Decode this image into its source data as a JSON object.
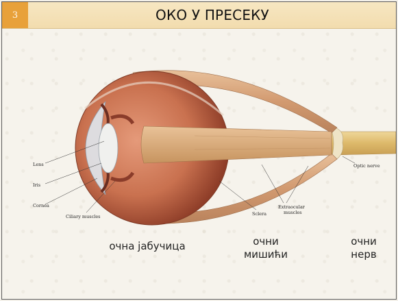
{
  "slide": {
    "number": "3",
    "title": "ОКО У ПРЕСЕКУ"
  },
  "diagram": {
    "labels": {
      "lens": "Lens",
      "iris": "Iris",
      "cornea": "Cornea",
      "ciliary_muscles": "Ciliary muscles",
      "sclera": "Sclera",
      "extraocular_muscles_line1": "Extraocular",
      "extraocular_muscles_line2": "muscles",
      "optic_nerve": "Optic nerve"
    }
  },
  "captions": {
    "eyeball": "очна јабучица",
    "eye_muscles_line1": "очни",
    "eye_muscles_line2": "мишићи",
    "optic_nerve_line1": "очни",
    "optic_nerve_line2": "нерв"
  },
  "colors": {
    "accent": "#e8a13a",
    "title_bar": "#f2dcae",
    "muscle": "#d4a07a",
    "eyeball": "#c06f52",
    "nerve": "#e0c070"
  }
}
